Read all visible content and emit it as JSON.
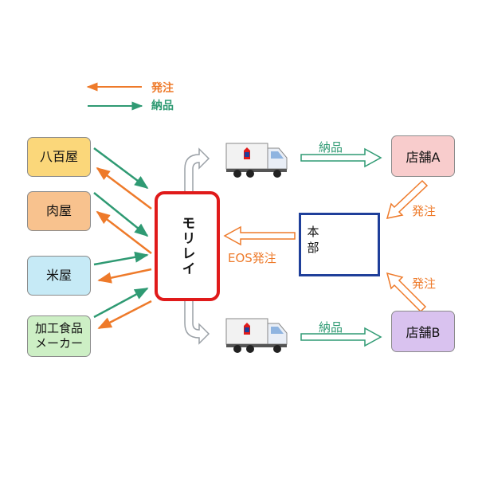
{
  "legend": {
    "order_label": "発注",
    "deliver_label": "納品"
  },
  "suppliers": [
    {
      "label": "八百屋"
    },
    {
      "label": "肉屋"
    },
    {
      "label": "米屋"
    },
    {
      "label": "加工食品\nメーカー"
    }
  ],
  "hub": {
    "label": "モリレイ"
  },
  "hq": {
    "label": "本部"
  },
  "stores": [
    {
      "label": "店舗A"
    },
    {
      "label": "店舗B"
    }
  ],
  "flows": {
    "deliver_top": "納品",
    "deliver_bottom": "納品",
    "order_top": "発注",
    "order_bottom": "発注",
    "eos_order": "EOS発注"
  },
  "colors": {
    "order": "#ee7a2a",
    "deliver": "#2f9a73",
    "hub_border": "#e01a1a",
    "hq_border": "#1f3f9a",
    "stroke_gray": "#9aa0a6",
    "truck_logo": "#e01a1a"
  },
  "icons": {
    "truck": "truck-icon",
    "laptop": "laptop-icon",
    "curved_arrow": "curved-arrow-icon"
  }
}
